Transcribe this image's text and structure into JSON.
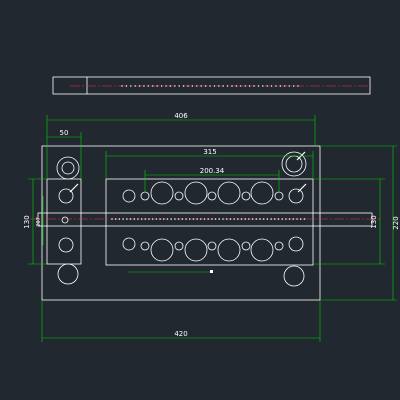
{
  "drawing": {
    "colors": {
      "background": "#212830",
      "geometry": "#ffffff",
      "dimension": "#00d000",
      "centerline": "#ff3030",
      "hatch": "#ffffff"
    },
    "dimensions": {
      "top_width": "406",
      "left_width": "50",
      "inner_width": "315",
      "pitch": "200.34",
      "bottom_width": "420",
      "left_height_outer": "130",
      "left_height_inner": "207",
      "right_height_inner": "130",
      "right_height_outer": "220"
    }
  }
}
